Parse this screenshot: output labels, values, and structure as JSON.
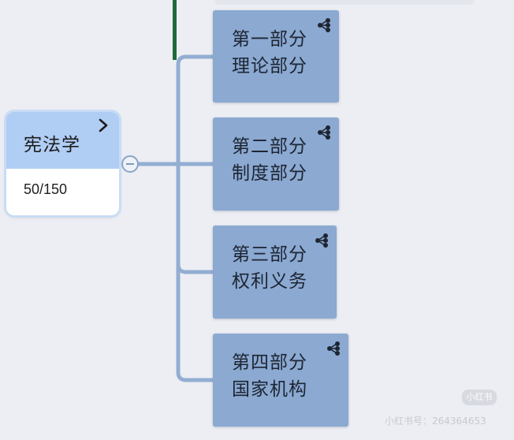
{
  "colors": {
    "background": "#eceef3",
    "root_header": "#b0cdf4",
    "root_body": "#ffffff",
    "child_fill": "#8ba9d1",
    "connector": "#93aed2",
    "active_branch": "#1e6b3a"
  },
  "root": {
    "title": "宪法学",
    "count": "50/150",
    "expand_icon": "chevron-right-icon",
    "collapse_icon": "minus-circle-icon"
  },
  "children": [
    {
      "line1": "第一部分",
      "line2": "理论部分",
      "icon": "branch-icon"
    },
    {
      "line1": "第二部分",
      "line2": "制度部分",
      "icon": "branch-icon"
    },
    {
      "line1": "第三部分",
      "line2": "权利义务",
      "icon": "branch-icon"
    },
    {
      "line1": "第四部分",
      "line2": "国家机构",
      "icon": "branch-icon"
    }
  ],
  "watermark": {
    "badge": "小红书",
    "account": "小红书号：264364653"
  }
}
